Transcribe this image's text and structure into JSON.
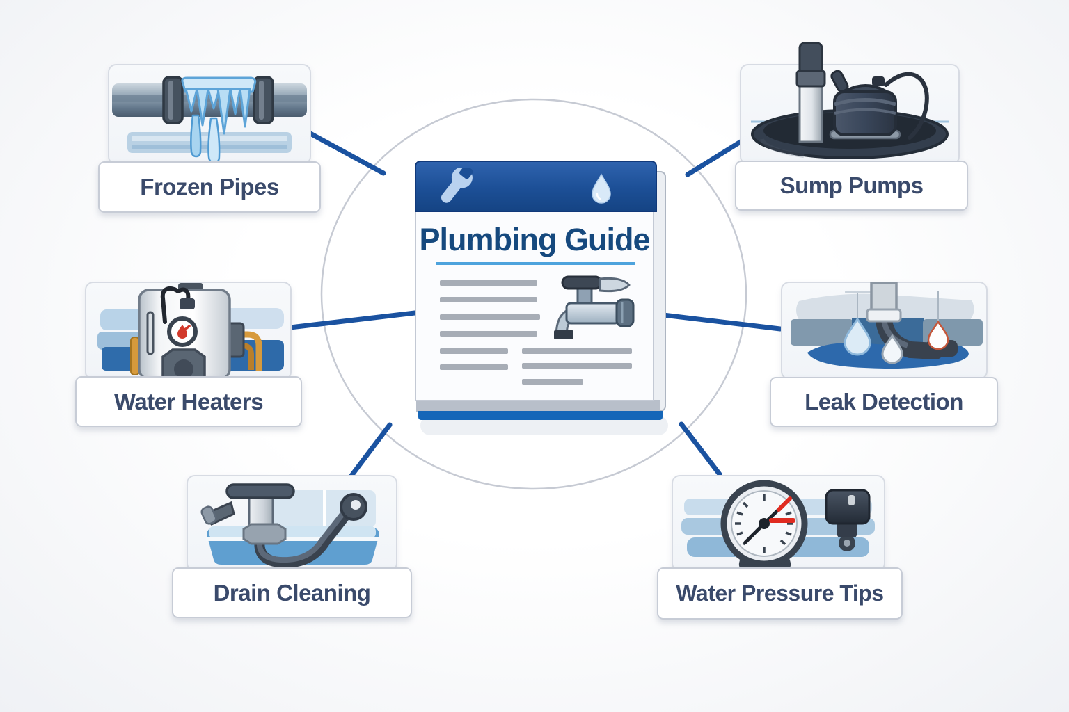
{
  "diagram": {
    "type": "hub-and-spoke",
    "center": {
      "title": "Plumbing Guide",
      "header_icons": [
        "wrench-icon",
        "water-drop-icon"
      ],
      "body_icon": "faucet-icon"
    },
    "nodes": [
      {
        "id": "frozen-pipes",
        "label": "Frozen Pipes",
        "icon": "frozen-pipe-icon",
        "position": "top-left"
      },
      {
        "id": "sump-pumps",
        "label": "Sump Pumps",
        "icon": "sump-pump-icon",
        "position": "top-right"
      },
      {
        "id": "water-heaters",
        "label": "Water Heaters",
        "icon": "water-heater-icon",
        "position": "mid-left"
      },
      {
        "id": "leak-detection",
        "label": "Leak Detection",
        "icon": "leaking-pipe-icon",
        "position": "mid-right"
      },
      {
        "id": "drain-cleaning",
        "label": "Drain Cleaning",
        "icon": "drain-snake-icon",
        "position": "bottom-left"
      },
      {
        "id": "water-pressure-tips",
        "label": "Water Pressure Tips",
        "icon": "pressure-gauge-icon",
        "position": "bottom-right"
      }
    ],
    "colors": {
      "connector_blue": "#1a52a0",
      "circle_gray": "#c6cad3",
      "header_blue": "#1c4f96",
      "title_text": "#16497e",
      "title_underline": "#4da3dd",
      "label_text": "#3a4a6b",
      "doc_text_lines": "#a7adb6",
      "accent_light_blue": "#cfe8f8"
    }
  }
}
